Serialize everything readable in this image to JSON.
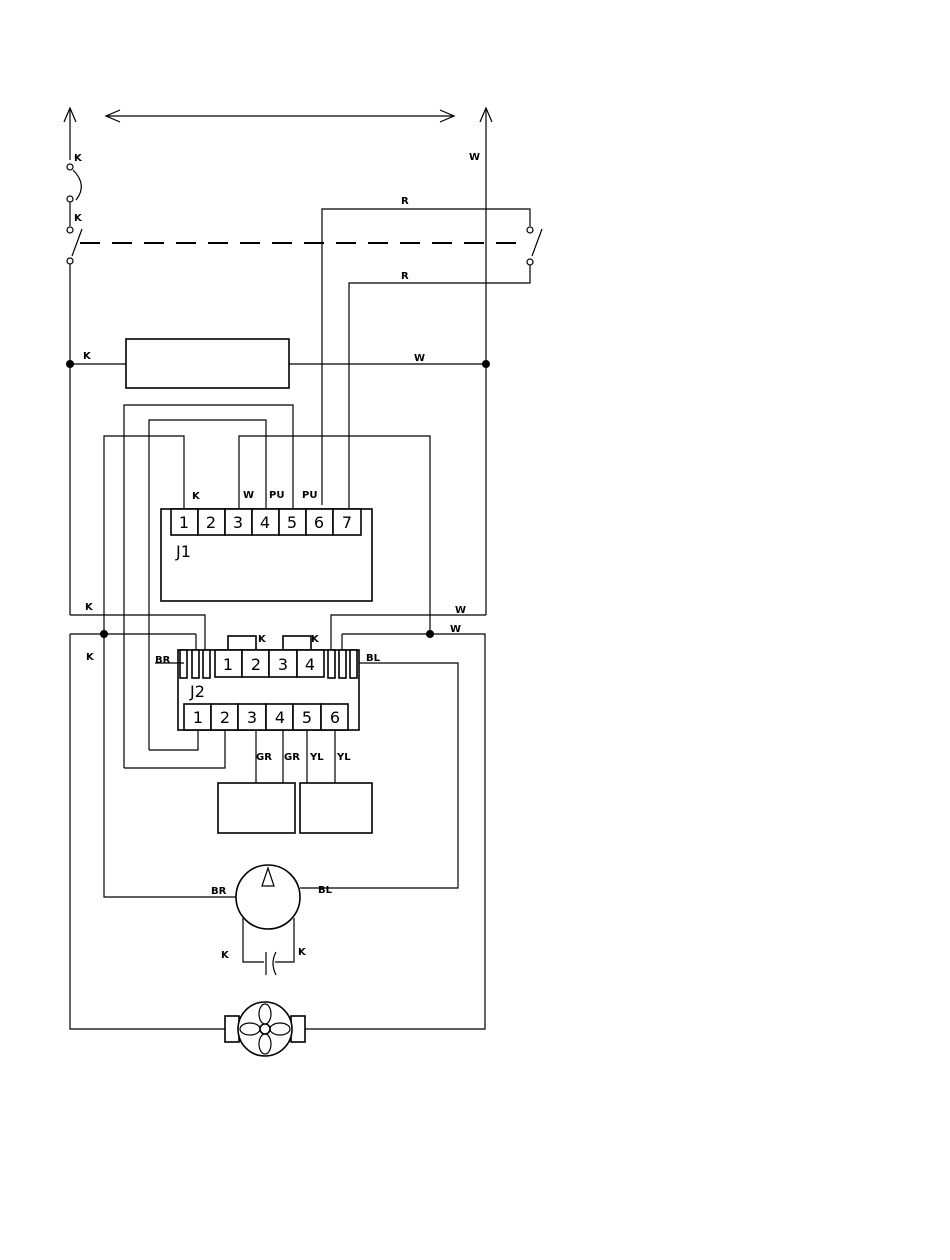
{
  "wire_labels": {
    "k_top_switch": "K",
    "k_mid_switch": "K",
    "w_right_supply": "W",
    "r_upper": "R",
    "r_lower": "R",
    "k_left_junction": "K",
    "w_right_junction": "W",
    "j1_k": "K",
    "j1_w": "W",
    "j1_pu_a": "PU",
    "j1_pu_b": "PU",
    "k_lower_left_a": "K",
    "k_lower_left_b": "K",
    "w_lower_right_a": "W",
    "w_lower_right_b": "W",
    "j2_k_a": "K",
    "j2_k_b": "K",
    "j2_br": "BR",
    "j2_bl": "BL",
    "gr_a": "GR",
    "gr_b": "GR",
    "yl_a": "YL",
    "yl_b": "YL",
    "motor_br": "BR",
    "motor_bl": "BL",
    "cap_k_a": "K",
    "cap_k_b": "K"
  },
  "j1": {
    "name": "J1",
    "pins": [
      "1",
      "2",
      "3",
      "4",
      "5",
      "6",
      "7"
    ]
  },
  "j2": {
    "name": "J2",
    "top_pins": [
      "1",
      "2",
      "3",
      "4"
    ],
    "bottom_pins": [
      "1",
      "2",
      "3",
      "4",
      "5",
      "6"
    ]
  }
}
